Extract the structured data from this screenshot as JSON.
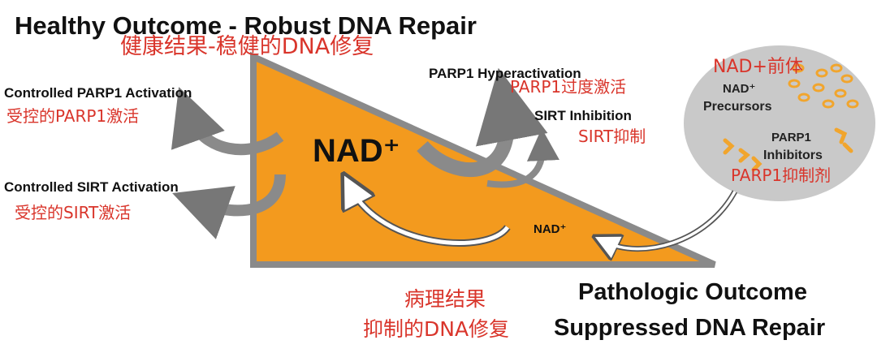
{
  "title": {
    "healthy": "Healthy Outcome - Robust DNA Repair",
    "healthy_cn": "健康结果-稳健的DNA修复",
    "pathologic_1": "Pathologic Outcome",
    "pathologic_2": "Suppressed DNA Repair",
    "pathologic_cn_1": "病理结果",
    "pathologic_cn_2": "抑制的DNA修复"
  },
  "labels": {
    "controlled_parp1": "Controlled PARP1 Activation",
    "controlled_parp1_cn": "受控的PARP1激活",
    "controlled_sirt": "Controlled SIRT Activation",
    "controlled_sirt_cn": "受控的SIRT激活",
    "parp1_hyper": "PARP1 Hyperactivation",
    "parp1_hyper_cn": "PARP1过度激活",
    "sirt_inhibition": "SIRT Inhibition",
    "sirt_inhibition_cn": "SIRT抑制",
    "nad_main": "NAD⁺",
    "nad_small": "NAD⁺"
  },
  "circle": {
    "nad_precursors_cn": "NAD+前体",
    "nad": "NAD⁺",
    "precursors": "Precursors",
    "parp1": "PARP1",
    "inhibitors": "Inhibitors",
    "parp1_inhibitors_cn": "PARP1抑制剂"
  },
  "colors": {
    "triangle_fill": "#f39a1e",
    "triangle_border": "#8a8a8a",
    "arrow_gray": "#7a7a7a",
    "circle_fill": "#c9c9c9",
    "accent_red": "#d9352b",
    "pill_orange": "#f1a52d"
  }
}
